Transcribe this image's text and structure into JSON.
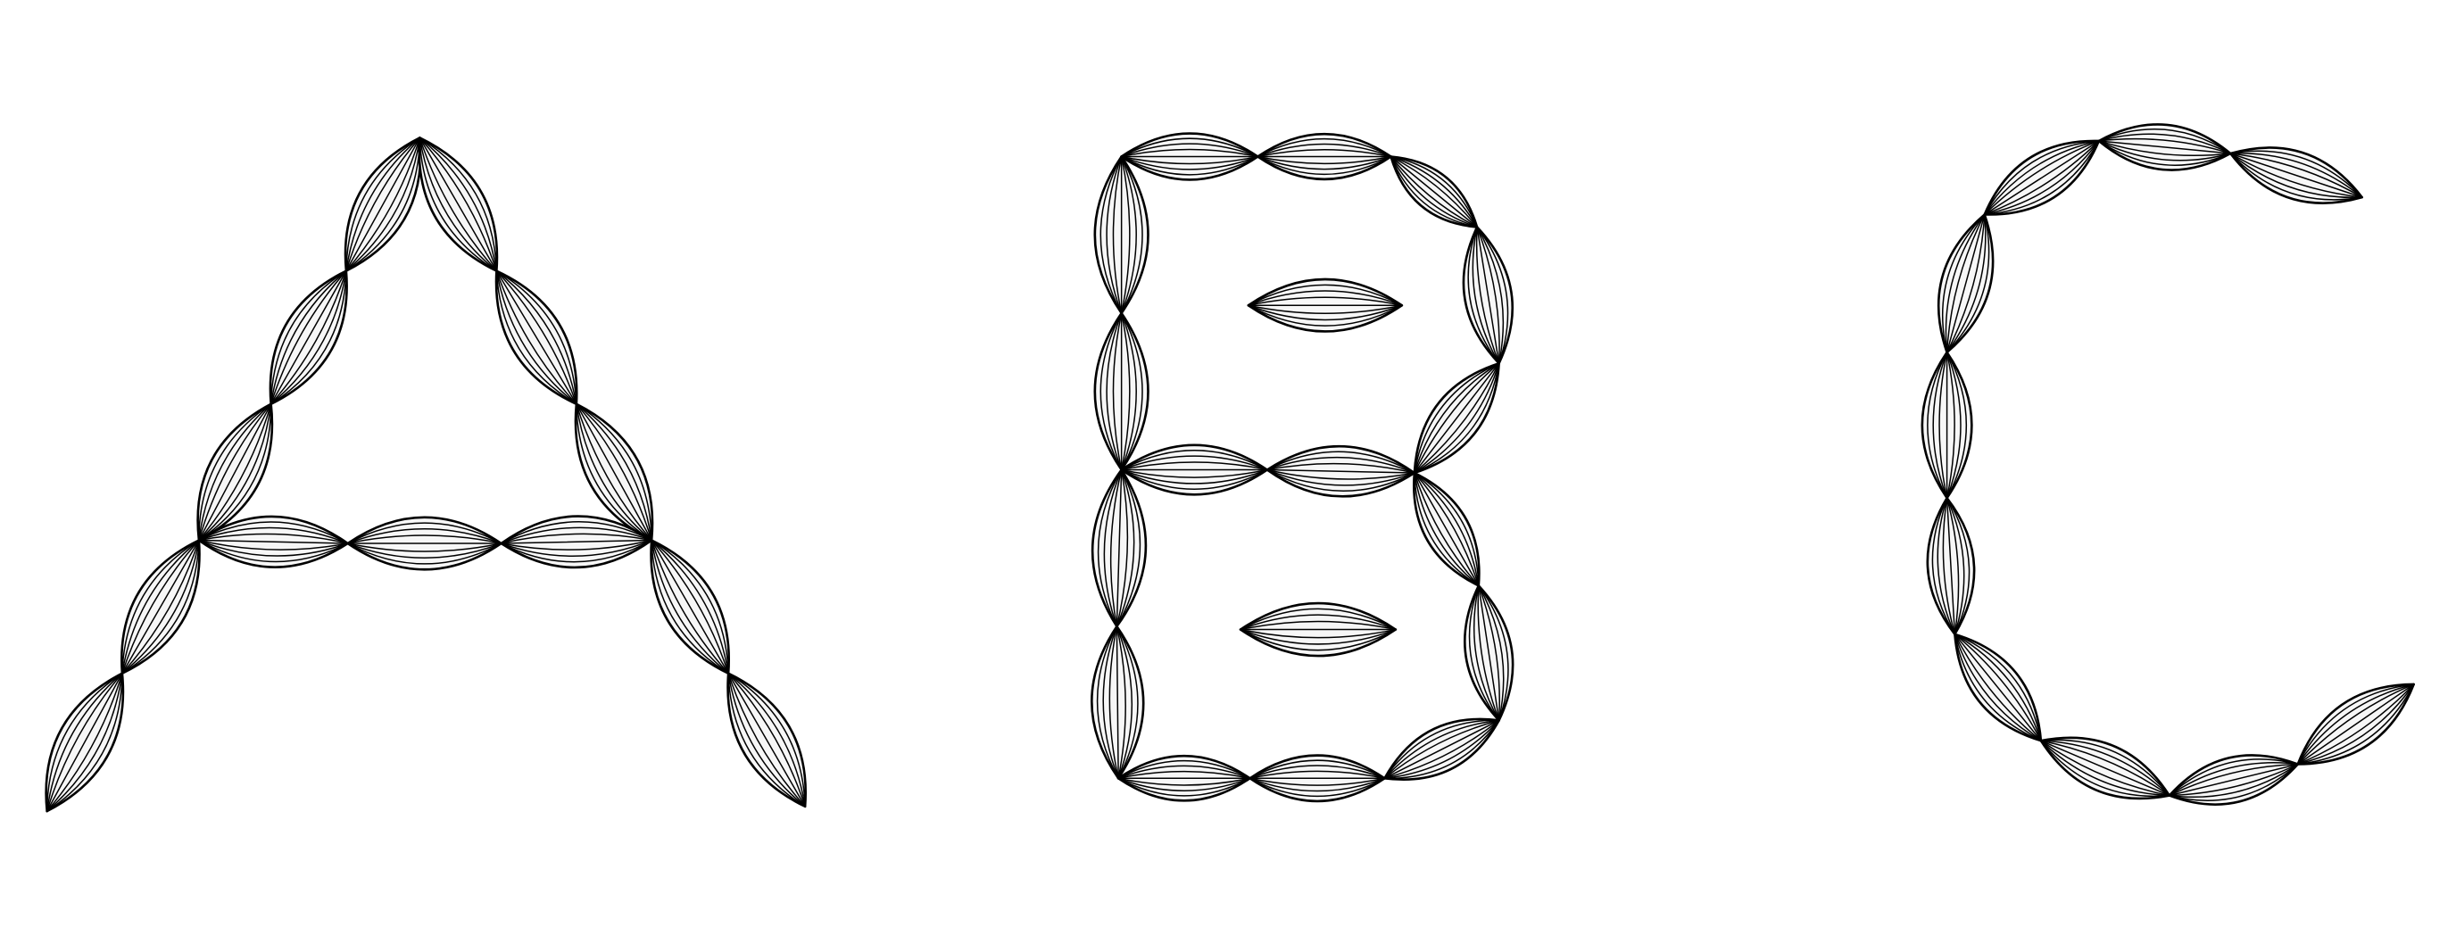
{
  "artwork": {
    "subject": "leaf-stroke-letters",
    "letters": [
      {
        "char": "A",
        "name": "letter-a"
      },
      {
        "char": "B",
        "name": "letter-b"
      },
      {
        "char": "C",
        "name": "letter-c"
      }
    ],
    "stroke_color": "#000000",
    "background_color": "#ffffff"
  }
}
